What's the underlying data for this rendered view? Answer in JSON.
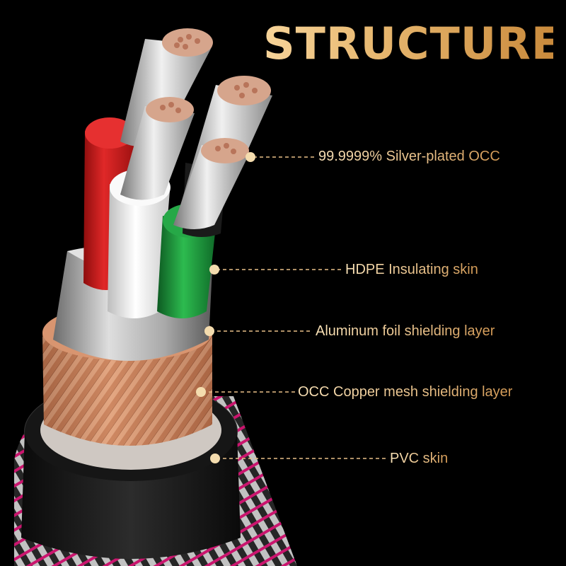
{
  "title": "STRUCTURE",
  "callouts": [
    {
      "label": "99.9999% Silver-plated OCC"
    },
    {
      "label": "HDPE Insulating skin"
    },
    {
      "label": "Aluminum foil shielding layer"
    },
    {
      "label": "OCC Copper mesh shielding layer"
    },
    {
      "label": "PVC skin"
    }
  ],
  "colors": {
    "background": "#000000",
    "gold_text": "#e9c088",
    "copper_mesh": "#c8805a",
    "foil": "#c9c9c9",
    "red_insulation": "#d42020",
    "white_insulation": "#f2f2f2",
    "green_insulation": "#1e9a3c",
    "outer_braid_accent": "#e0177a"
  }
}
